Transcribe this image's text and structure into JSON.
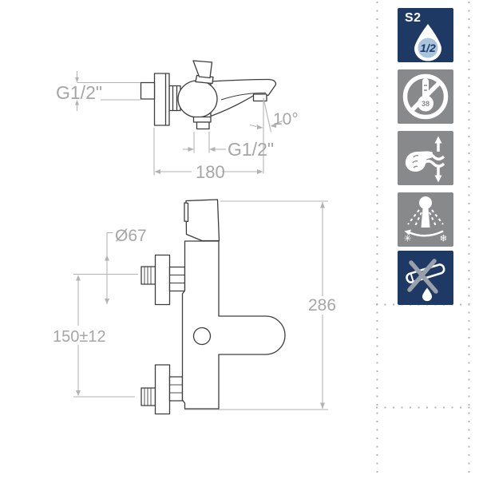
{
  "side_view": {
    "thread_label": "G1/2\"",
    "spout_angle": "10°",
    "outlet_thread_label": "G1/2\"",
    "depth_mm": "180"
  },
  "front_view": {
    "flange_diameter": "Ø67",
    "inlet_spacing": "150±12",
    "height_mm": "286"
  },
  "icons": [
    {
      "name": "s2-flow-class-half-drop",
      "badge": "S2",
      "drop_text": "1/2",
      "bg": "#1e3a64"
    },
    {
      "name": "no-38-temperature-limit",
      "bulb_text": "38",
      "bg": "#88898b"
    },
    {
      "name": "hand-flow-up-down-control",
      "bg": "#88898b"
    },
    {
      "name": "lever-hot-cold-range",
      "hot_symbol": "✳",
      "cold_symbol": "❄",
      "bg": "#88898b"
    },
    {
      "name": "no-pipe-drip",
      "bg": "#1e3a64"
    }
  ],
  "colors": {
    "accent_navy": "#1e3a64",
    "icon_gray": "#88898b",
    "drawing_line": "#3d3d3d",
    "dimension_gray": "#a6a6a6",
    "dotted_border_gray": "#b5b5b5",
    "drop_fill_blue": "#a9c4df"
  }
}
